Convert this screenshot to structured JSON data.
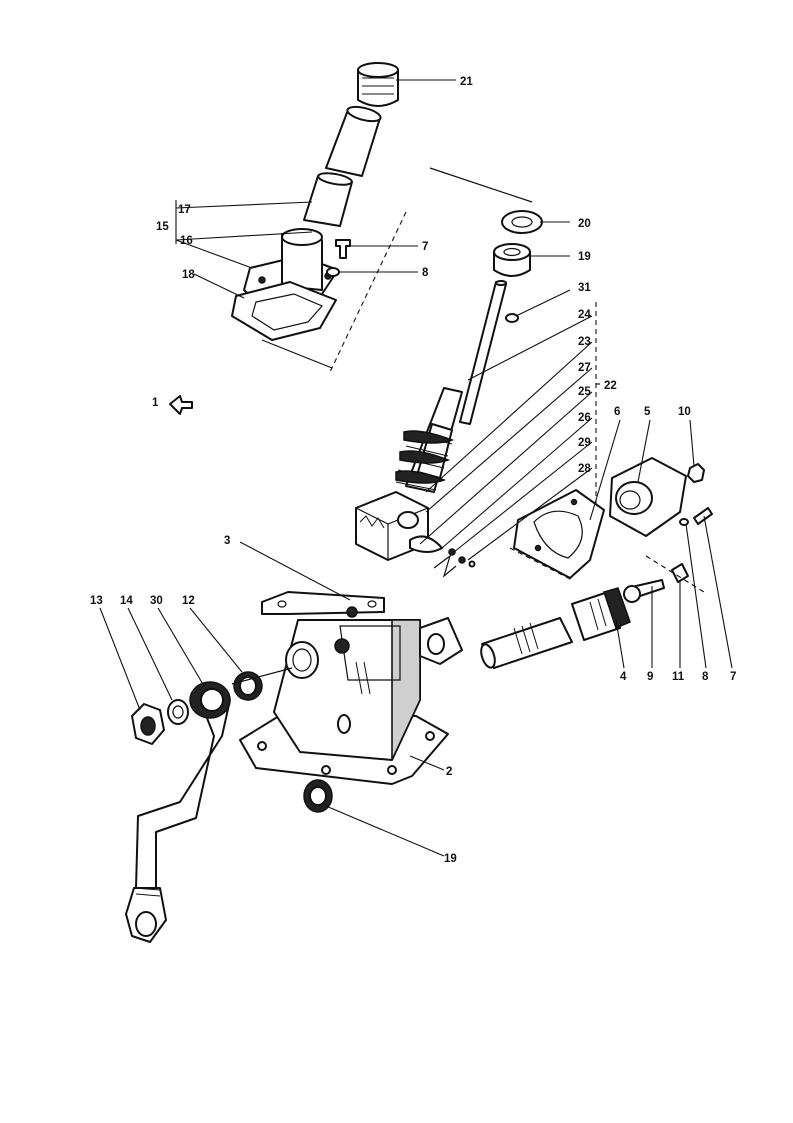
{
  "diagram": {
    "callouts": {
      "c1": "1",
      "c2": "2",
      "c3": "3",
      "c4": "4",
      "c5": "5",
      "c6": "6",
      "c7a": "7",
      "c7b": "7",
      "c8a": "8",
      "c8b": "8",
      "c9": "9",
      "c10": "10",
      "c11": "11",
      "c12": "12",
      "c13": "13",
      "c14": "14",
      "c15": "15",
      "c16": "16",
      "c17": "17",
      "c18": "18",
      "c19a": "19",
      "c19b": "19",
      "c20": "20",
      "c21": "21",
      "c22": "22",
      "c23": "23",
      "c24": "24",
      "c25": "25",
      "c26": "26",
      "c27": "27",
      "c28": "28",
      "c29": "29",
      "c30": "30",
      "c31": "31"
    }
  }
}
